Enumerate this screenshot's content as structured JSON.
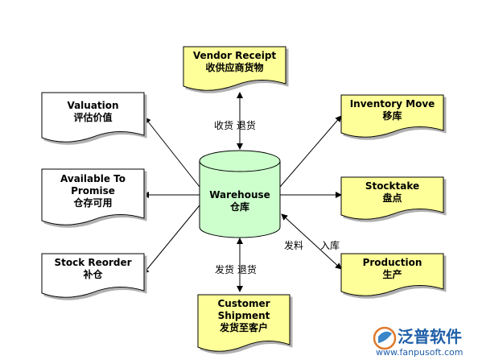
{
  "nodes": {
    "vendor_receipt": {
      "en": "Vendor Receipt",
      "cn": "收供应商货物"
    },
    "inventory_move": {
      "en": "Inventory Move",
      "cn": "移库"
    },
    "stocktake": {
      "en": "Stocktake",
      "cn": "盘点"
    },
    "production": {
      "en": "Production",
      "cn": "生产"
    },
    "customer_shipment": {
      "en1": "Customer",
      "en2": "Shipment",
      "cn": "发货至客户"
    },
    "stock_reorder": {
      "en": "Stock Reorder",
      "cn": "补仓"
    },
    "available_to_promise": {
      "en1": "Available To",
      "en2": "Promise",
      "cn": "仓存可用"
    },
    "valuation": {
      "en": "Valuation",
      "cn": "评估价值"
    },
    "warehouse": {
      "en": "Warehouse",
      "cn": "仓库"
    }
  },
  "edge_labels": {
    "vendor": "收货  退货",
    "shipment": "发货  退货",
    "production_out": "发料",
    "production_in": "入库"
  },
  "watermark": {
    "brand": "泛普软件",
    "url": "www.fanpusoft.com"
  },
  "colors": {
    "yellow_box": "#ffff99",
    "cylinder": "#ccffcc",
    "brand_blue": "#1f5fa8"
  }
}
